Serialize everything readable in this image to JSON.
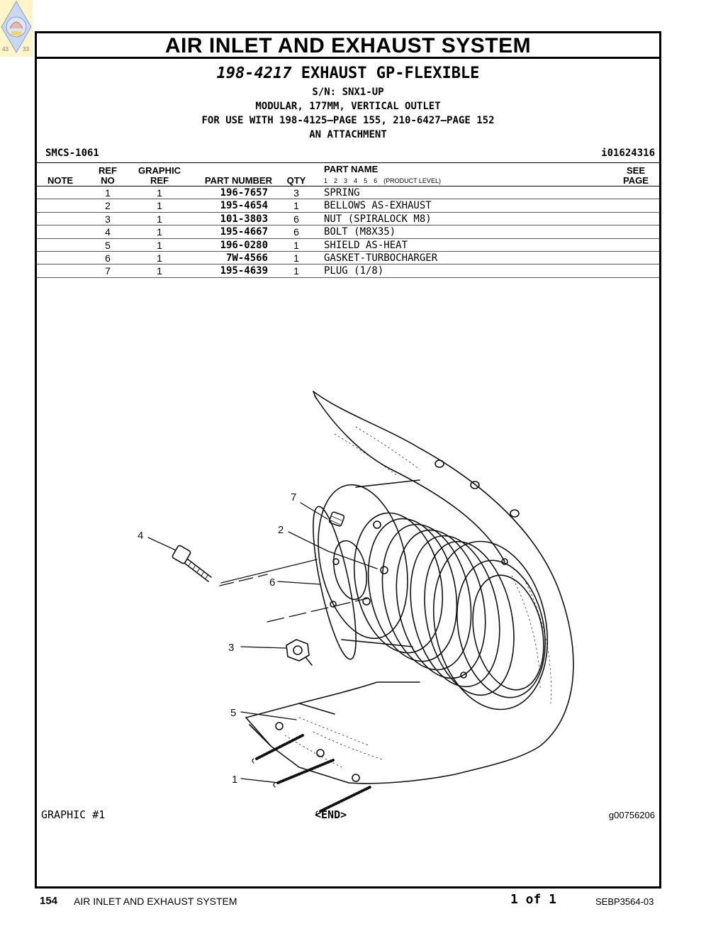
{
  "logo": {
    "left_number": "43",
    "right_number": "33"
  },
  "section_title": "AIR INLET AND EXHAUST SYSTEM",
  "group": {
    "part_number": "198-4217",
    "name": "EXHAUST GP-FLEXIBLE",
    "serial": "S/N: SNX1-UP",
    "description": "MODULAR, 177MM, VERTICAL OUTLET",
    "usage": "FOR USE WITH 198-4125—PAGE 155, 210-6427—PAGE 152",
    "attachment": "AN ATTACHMENT"
  },
  "smcs": "SMCS-1061",
  "illustration_id": "i01624316",
  "table": {
    "headers": {
      "note": "NOTE",
      "ref_no": "REF NO",
      "ref_line1": "REF",
      "ref_line2": "NO",
      "graphic_line1": "GRAPHIC",
      "graphic_line2": "REF",
      "part_number": "PART NUMBER",
      "qty": "QTY",
      "part_name": "PART NAME",
      "levels": [
        "1",
        "2",
        "3",
        "4",
        "5",
        "6",
        "(PRODUCT LEVEL)"
      ],
      "see_line1": "SEE",
      "see_line2": "PAGE"
    },
    "rows": [
      {
        "ref": "1",
        "graphic": "1",
        "part_number": "196-7657",
        "qty": "3",
        "name": "SPRING"
      },
      {
        "ref": "2",
        "graphic": "1",
        "part_number": "195-4654",
        "qty": "1",
        "name": "BELLOWS AS-EXHAUST"
      },
      {
        "ref": "3",
        "graphic": "1",
        "part_number": "101-3803",
        "qty": "6",
        "name": "NUT (SPIRALOCK M8)"
      },
      {
        "ref": "4",
        "graphic": "1",
        "part_number": "195-4667",
        "qty": "6",
        "name": "BOLT (M8X35)"
      },
      {
        "ref": "5",
        "graphic": "1",
        "part_number": "196-0280",
        "qty": "1",
        "name": "SHIELD AS-HEAT"
      },
      {
        "ref": "6",
        "graphic": "1",
        "part_number": "7W-4566",
        "qty": "1",
        "name": "GASKET-TURBOCHARGER"
      },
      {
        "ref": "7",
        "graphic": "1",
        "part_number": "195-4639",
        "qty": "1",
        "name": "PLUG (1/8)"
      }
    ]
  },
  "callouts": [
    "7",
    "2",
    "4",
    "6",
    "3",
    "5",
    "1"
  ],
  "graphic_label": "GRAPHIC #1",
  "end_label": "<END>",
  "graphic_number": "g00756206",
  "footer": {
    "page_number": "154",
    "section": "AIR INLET AND EXHAUST SYSTEM",
    "page_count": "1 of 1",
    "document": "SEBP3564-03"
  }
}
